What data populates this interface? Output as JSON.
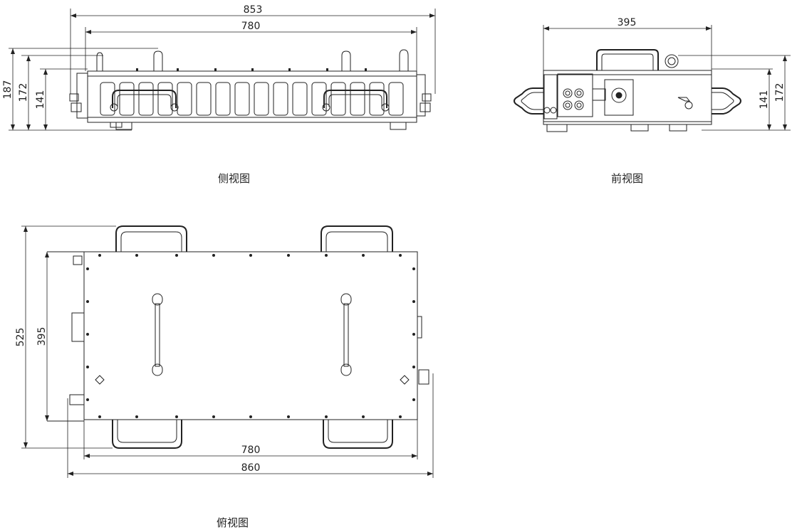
{
  "captions": {
    "side_view": "侧视图",
    "front_view": "前视图",
    "top_view": "俯视图"
  },
  "dimensions": {
    "side": {
      "overall_length": "853",
      "body_length": "780",
      "height_total": "187",
      "height_172": "172",
      "height_141": "141"
    },
    "front": {
      "width": "395",
      "height_141": "141",
      "height_172": "172"
    },
    "top": {
      "depth_total": "525",
      "depth_body": "395",
      "body_length": "780",
      "overall_length": "860"
    }
  },
  "colors": {
    "line": "#222222",
    "background": "#ffffff"
  }
}
